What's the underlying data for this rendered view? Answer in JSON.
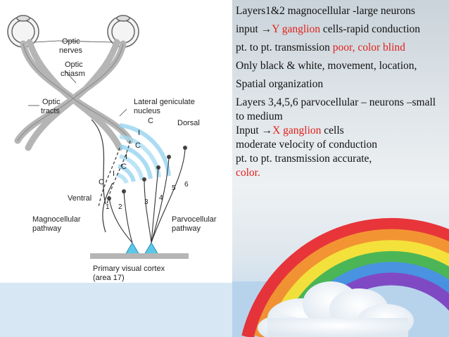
{
  "diagram": {
    "labels": {
      "optic_nerves_1": "Optic",
      "optic_nerves_2": "nerves",
      "optic_chiasm_1": "Optic",
      "optic_chiasm_2": "chiasm",
      "optic_tracts_1": "Optic",
      "optic_tracts_2": "tracts",
      "lgn_1": "Lateral geniculate",
      "lgn_2": "nucleus",
      "dorsal": "Dorsal",
      "ventral": "Ventral",
      "magno_1": "Magnocellular",
      "magno_2": "pathway",
      "parvo_1": "Parvocellular",
      "parvo_2": "pathway",
      "cortex_1": "Primary visual cortex",
      "cortex_2": "(area 17)",
      "layer_1": "1",
      "layer_2": "2",
      "layer_3": "3",
      "layer_4": "4",
      "layer_5": "5",
      "layer_6": "6",
      "c1": "C",
      "c2": "C",
      "c3": "C",
      "c4": "C",
      "i1": "I",
      "i2": "I",
      "i3": "I"
    }
  },
  "text": {
    "p1": "Layers1&2 magnocellular  -large neurons",
    "p2_pre": " input →",
    "p2_hl": "Y ganglion",
    "p2_post": " cells-rapid conduction",
    "p3_pre": " pt. to pt. transmission ",
    "p3_hl": "poor, color blind",
    "p4": "Only black & white, movement, location,",
    "p5": "Spatial organization",
    "p6": "Layers 3,4,5,6 parvocellular – neurons –small to medium",
    "p7_pre": "Input →",
    "p7_hl": "X ganglion",
    "p7_post": " cells",
    "p8": "moderate  velocity of conduction",
    "p9": " pt. to pt. transmission accurate,",
    "p10": "color."
  },
  "colors": {
    "highlight": "#e0201a",
    "nerve": "#a8a8a8",
    "cortex_cell": "#5bc8e8"
  }
}
